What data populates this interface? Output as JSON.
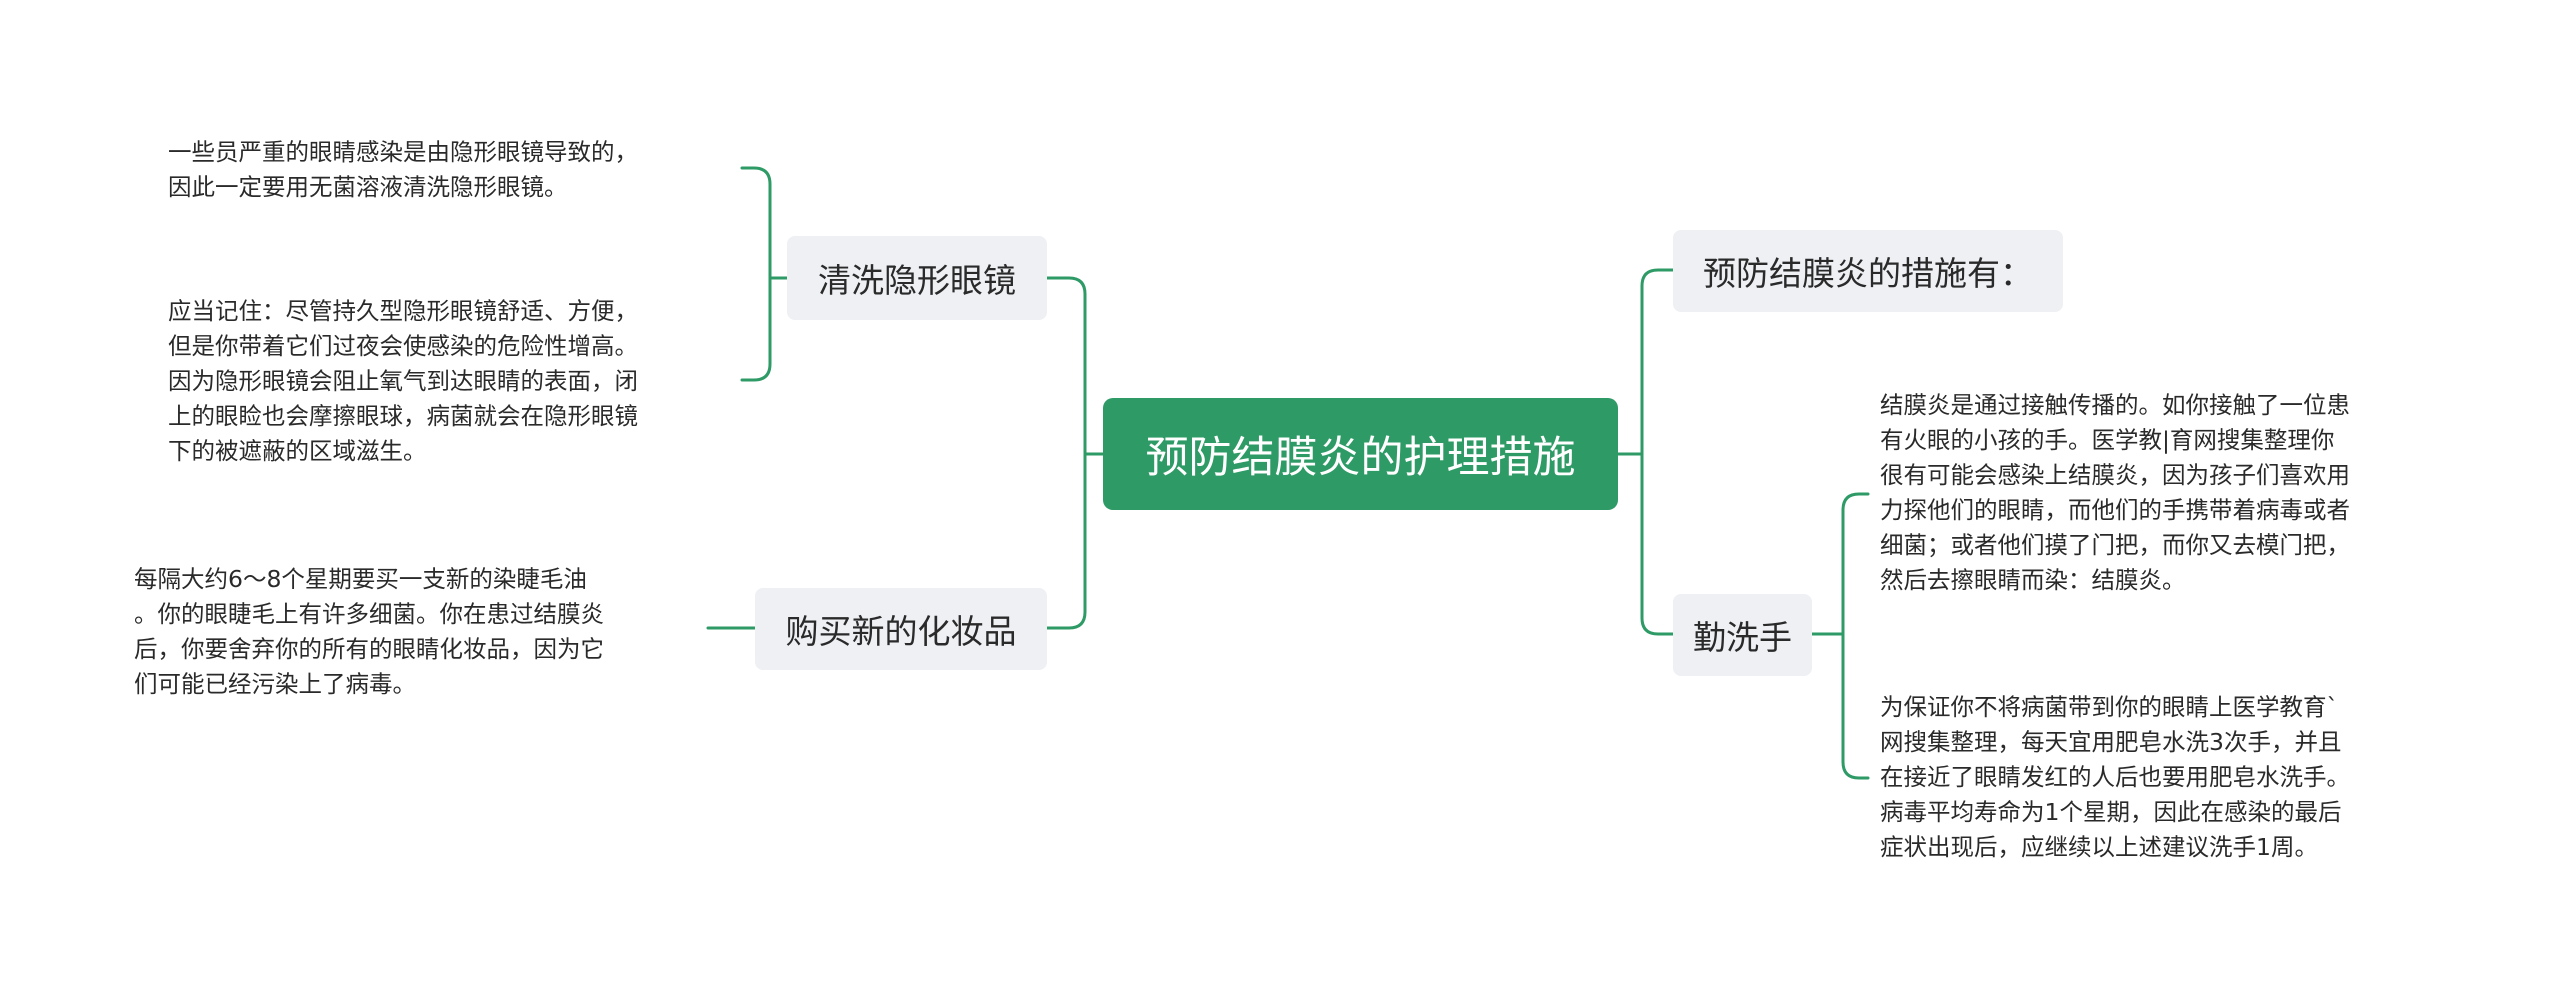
{
  "colors": {
    "accent": "#2e9a66",
    "branch_bg": "#eef0f4",
    "text": "#2a2a2a"
  },
  "root": {
    "label": "预防结膜炎的护理措施"
  },
  "branches": {
    "contact_lens": {
      "label": "清洗隐形眼镜"
    },
    "cosmetics": {
      "label": "购买新的化妆品"
    },
    "measures": {
      "label": "预防结膜炎的措施有："
    },
    "hand_washing": {
      "label": "勤洗手"
    }
  },
  "leaves": {
    "lens_1": {
      "lines": [
        "一些员严重的眼睛感染是由隐形眼镜导致的，",
        "因此一定要用无菌溶液清洗隐形眼镜。"
      ]
    },
    "lens_2": {
      "lines": [
        "应当记住：尽管持久型隐形眼镜舒适、方便，",
        "但是你带着它们过夜会使感染的危险性增高。",
        "因为隐形眼镜会阻止氧气到达眼睛的表面，闭",
        "上的眼睑也会摩擦眼球，病菌就会在隐形眼镜",
        "下的被遮蔽的区域滋生。"
      ]
    },
    "cosmetics_1": {
      "lines": [
        "每隔大约6～8个星期要买一支新的染睫毛油",
        "。你的眼睫毛上有许多细菌。你在患过结膜炎",
        "后，你要舍弃你的所有的眼睛化妆品，因为它",
        "们可能已经污染上了病毒。"
      ]
    },
    "hand_1": {
      "lines": [
        "结膜炎是通过接触传播的。如你接触了一位患",
        "有火眼的小孩的手。医学教|育网搜集整理你",
        "很有可能会感染上结膜炎，因为孩子们喜欢用",
        "力探他们的眼睛，而他们的手携带着病毒或者",
        "细菌；或者他们摸了门把，而你又去模门把，",
        "然后去擦眼睛而染：结膜炎。"
      ]
    },
    "hand_2": {
      "lines": [
        "为保证你不将病菌带到你的眼睛上医学教育`",
        "网搜集整理，每天宜用肥皂水洗3次手，并且",
        "在接近了眼睛发红的人后也要用肥皂水洗手。",
        "病毒平均寿命为1个星期，因此在感染的最后",
        "症状出现后，应继续以上述建议洗手1周。"
      ]
    }
  }
}
